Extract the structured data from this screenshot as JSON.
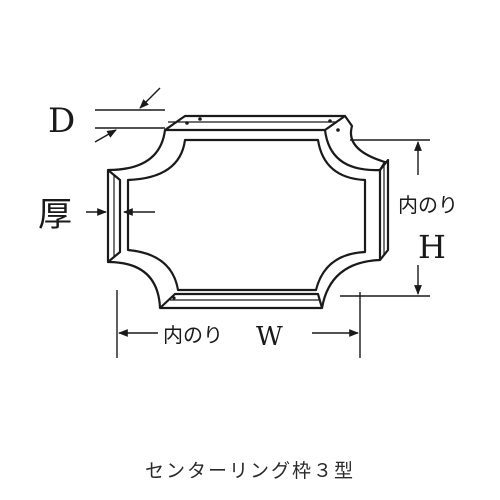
{
  "labels": {
    "d": "D",
    "thickness": "厚",
    "inner_height": "内のり",
    "h": "H",
    "inner_width": "内のり",
    "w": "W"
  },
  "caption": "センターリング枠３型",
  "colors": {
    "line": "#1a1a1a",
    "background": "#ffffff"
  }
}
